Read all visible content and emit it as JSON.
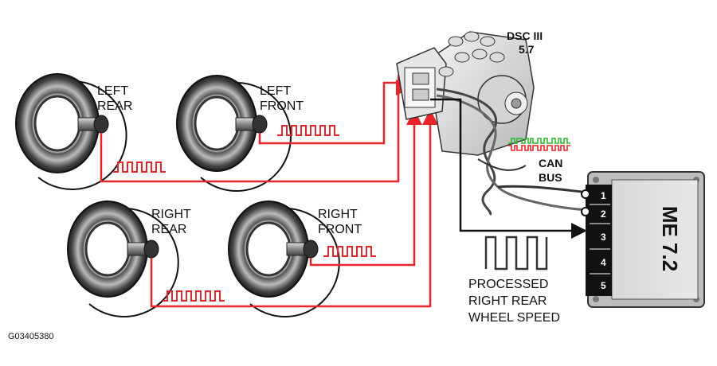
{
  "sensors": {
    "left_rear": {
      "line1": "LEFT",
      "line2": "REAR"
    },
    "left_front": {
      "line1": "LEFT",
      "line2": "FRONT"
    },
    "right_rear": {
      "line1": "RIGHT",
      "line2": "REAR"
    },
    "right_front": {
      "line1": "RIGHT",
      "line2": "FRONT"
    }
  },
  "dsc_module": {
    "line1": "DSC III",
    "line2": "5.7"
  },
  "can_bus": {
    "line1": "CAN",
    "line2": "BUS"
  },
  "ecu": {
    "name": "ME 7.2",
    "pins": [
      "1",
      "2",
      "3",
      "4",
      "5"
    ]
  },
  "processed_signal": {
    "line1": "PROCESSED",
    "line2": "RIGHT REAR",
    "line3": "WHEEL SPEED"
  },
  "figure_id": "G03405380",
  "colors": {
    "signal_red": "#e8262a",
    "can_green": "#2eb82e",
    "wire_dark": "#333333"
  }
}
